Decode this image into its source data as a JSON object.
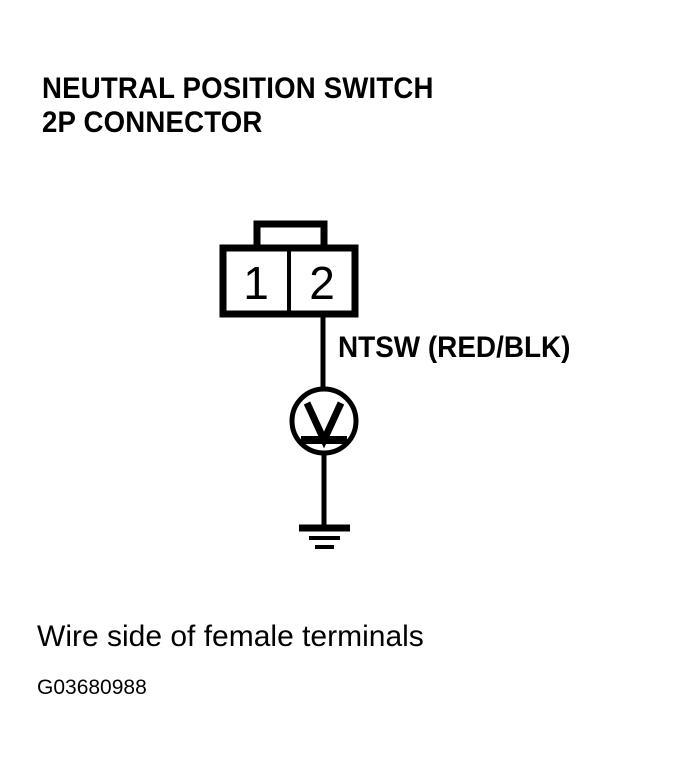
{
  "document": {
    "background_color": "#ffffff",
    "ink_color": "#000000"
  },
  "title": {
    "line1": "NEUTRAL POSITION SWITCH",
    "line2": "2P CONNECTOR"
  },
  "connector": {
    "name": "Neutral Position Switch 2P Connector",
    "pin_count": 2,
    "pins": [
      {
        "number": "1",
        "label": ""
      },
      {
        "number": "2",
        "label": "NTSW (RED/BLK)"
      }
    ]
  },
  "wire": {
    "label": "NTSW (RED/BLK)",
    "circuit_name": "NTSW",
    "wire_colors": "RED/BLK",
    "from_pin": "2"
  },
  "instrument": {
    "type": "voltmeter",
    "symbol": "V",
    "icon": "voltmeter-circle-icon"
  },
  "ground": {
    "icon": "earth-ground-icon",
    "label": ""
  },
  "footer": {
    "caption": "Wire side of female terminals",
    "figure_id": "G03680988"
  }
}
